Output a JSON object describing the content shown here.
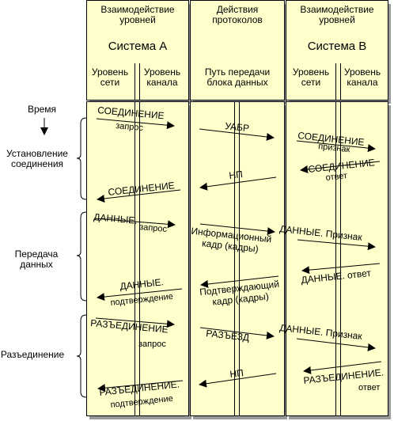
{
  "header": {
    "left_title": "Взаимодействие\nуровней",
    "left_system": "Система А",
    "left_sub1": "Уровень\nсети",
    "left_sub2": "Уровень\nканала",
    "mid_title": "Действия\nпротоколов",
    "mid_sub": "Путь передачи\nблока данных",
    "right_title": "Взаимодействие\nуровней",
    "right_system": "Система B",
    "right_sub1": "Уровень\nсети",
    "right_sub2": "Уровень\nканала"
  },
  "side": {
    "time": "Время",
    "phase1": "Установление\nсоединения",
    "phase2": "Передача\nданных",
    "phase3": "Разъединение"
  },
  "messages": {
    "a1_main": "СОЕДИНЕНИЕ",
    "a1_sub": "запрос",
    "a2": "СОЕДИНЕНИЕ",
    "a3_main": "ДАННЫЕ.",
    "a3_sub": "запрос",
    "a4_main": "ДАННЫЕ.",
    "a4_sub": "подтверждение",
    "a5_main": "РАЗЪЕДИНЕНИЕ",
    "a5_sub": "запрос",
    "a6_main": "РАЗЪЕДИНЕНИЕ.",
    "a6_sub": "подтверждение",
    "m1": "УАБР",
    "m2": "НП",
    "m3": "Информационный\nкадр (кадры)",
    "m4": "Подтверждающий\nкадр (кадры)",
    "m5": "РАЗЪЕЗД",
    "m6": "НП",
    "b1_main": "СОЕДИНЕНИЕ",
    "b1_sub": "признак",
    "b2_main": "СОЕДИНЕНИЕ",
    "b2_sub": "ответ",
    "b3": "ДАННЫЕ. Признак",
    "b4": "ДАННЫЕ. ответ",
    "b5": "ДАННЫЕ. Признак",
    "b6_main": "РАЗЪЕДИНЕНИЕ.",
    "b6_sub": "ответ"
  },
  "colors": {
    "panel": "#ffffcc",
    "shadow": "#9a9a9a",
    "stroke": "#000000"
  }
}
